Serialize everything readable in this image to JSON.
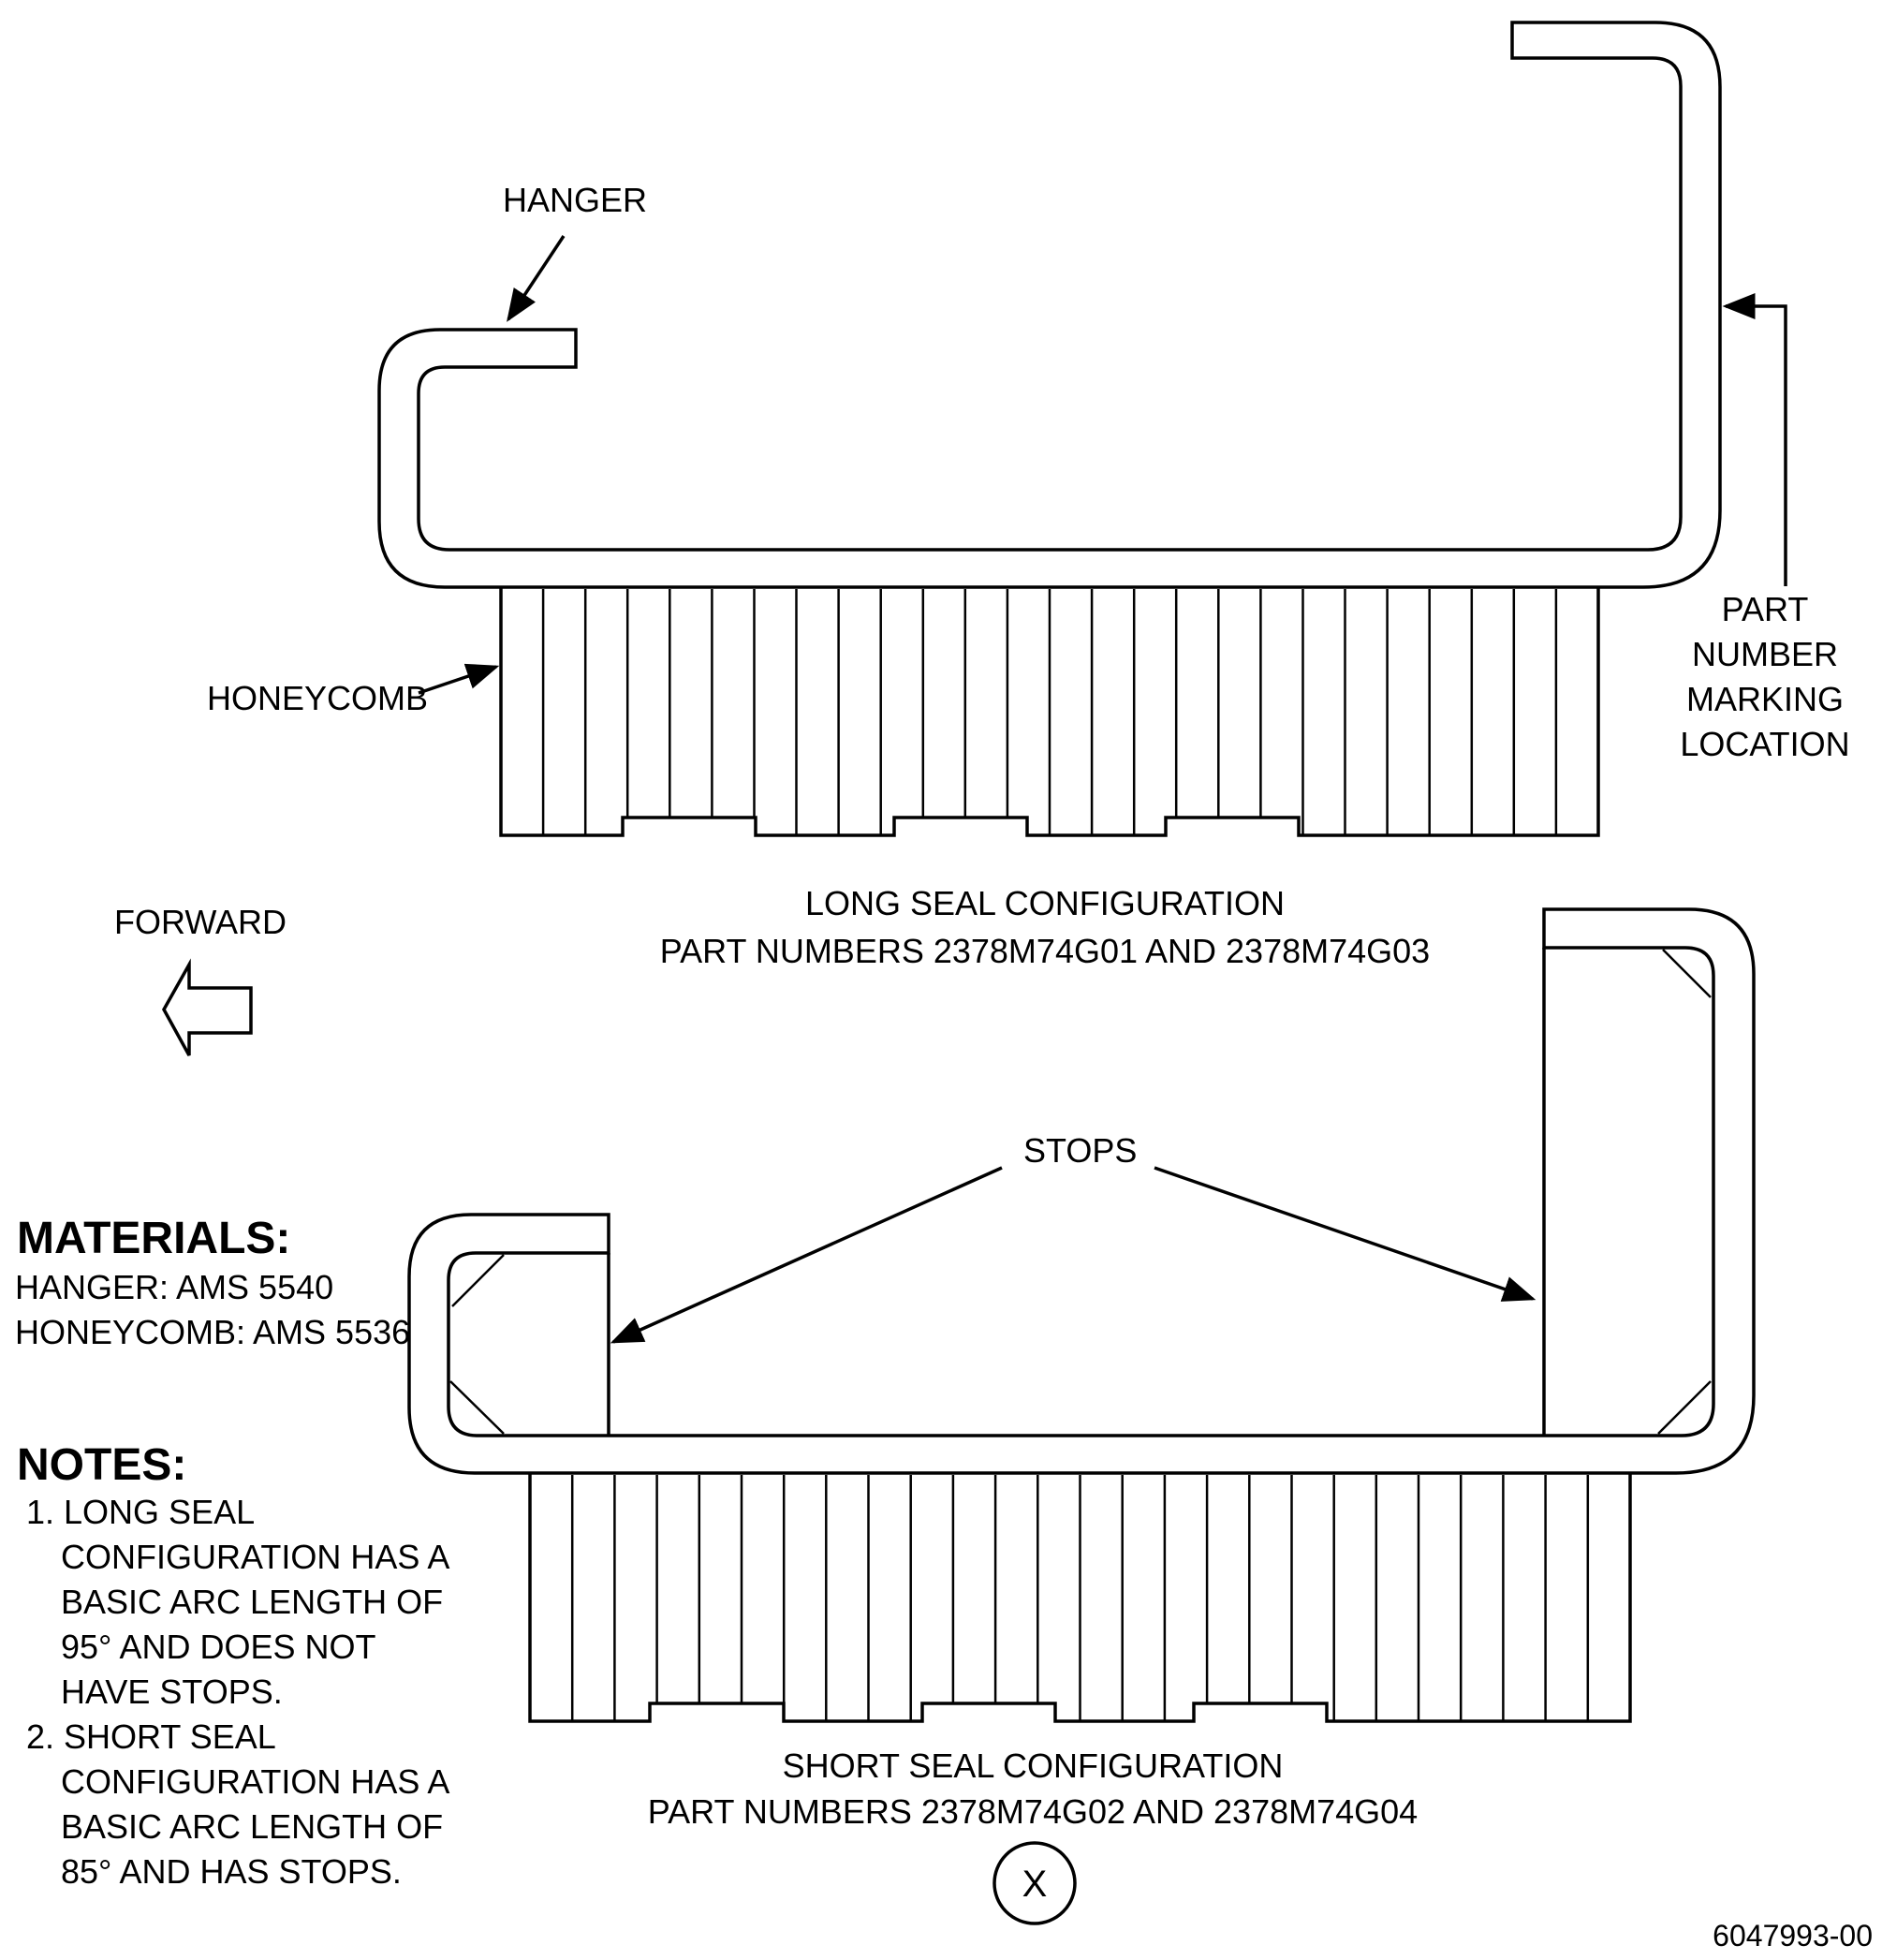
{
  "labels": {
    "hanger": "HANGER",
    "honeycomb": "HONEYCOMB",
    "part_number_marking": [
      "PART",
      "NUMBER",
      "MARKING",
      "LOCATION"
    ],
    "forward": "FORWARD",
    "stops": "STOPS"
  },
  "long_seal": {
    "title": "LONG SEAL CONFIGURATION",
    "part_numbers": "PART NUMBERS 2378M74G01 AND 2378M74G03"
  },
  "short_seal": {
    "title": "SHORT SEAL CONFIGURATION",
    "part_numbers": "PART NUMBERS 2378M74G02 AND 2378M74G04",
    "view_marker": "X"
  },
  "materials": {
    "heading": "MATERIALS:",
    "items": [
      "HANGER: AMS 5540",
      "HONEYCOMB: AMS 5536"
    ]
  },
  "notes": {
    "heading": "NOTES:",
    "lines": [
      "1. LONG SEAL",
      "CONFIGURATION HAS A",
      "BASIC ARC LENGTH OF",
      "95° AND DOES NOT",
      "HAVE STOPS.",
      "2. SHORT SEAL",
      "CONFIGURATION HAS A",
      "BASIC ARC LENGTH OF",
      "85° AND HAS STOPS."
    ]
  },
  "figure_id": "6047993-00"
}
